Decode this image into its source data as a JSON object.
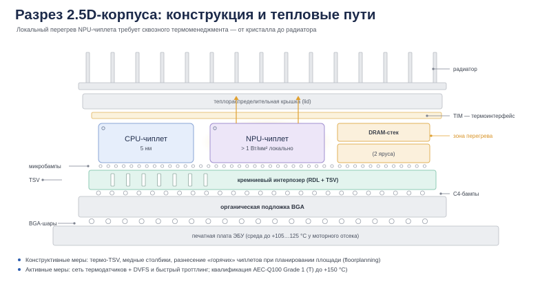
{
  "title": "Разрез 2.5D-корпуса: конструкция и тепловые пути",
  "subtitle": "Локальный перегрев NPU-чиплета требует сквозного термоменеджмента — от кристалла до радиатора",
  "layers": {
    "lid": "теплораспределительная крышка (lid)",
    "cpu_title": "CPU-чиплет",
    "cpu_sub": "5 нм",
    "npu_title": "NPU-чиплет",
    "npu_sub": "> 1 Вт/мм² локально",
    "dram_title": "DRAM-стек",
    "dram_sub": "(2 яруса)",
    "interposer": "кремниевый интерпозер (RDL + TSV)",
    "substrate": "органическая подложка BGA",
    "pcb": "печатная плата ЭБУ (среда до +105…125 °C у моторного отсека)"
  },
  "callouts": {
    "radiator": "радиатор",
    "tim": "TIM — термоинтерфейс",
    "hotspot": "зона перегрева",
    "microbumps": "микробампы",
    "tsv": "TSV",
    "c4": "C4-бампы",
    "bga": "BGA-шары"
  },
  "bullets": [
    "Конструктивные меры: термо-TSV, медные столбики, разнесение «горячих» чиплетов при планировании площади (floorplanning)",
    "Активные меры: сеть термодатчиков + DVFS и быстрый троттлинг; квалификация AEC-Q100 Grade 1 (T) до +150 °C)"
  ],
  "colors": {
    "accent": "#2f5fb0",
    "hotspot": "#e0a030",
    "cpu_fill": "#e6eefb",
    "npu_fill": "#ede6f8",
    "dram_fill": "#fbf0dc",
    "interposer_fill": "#e3f4ee"
  }
}
